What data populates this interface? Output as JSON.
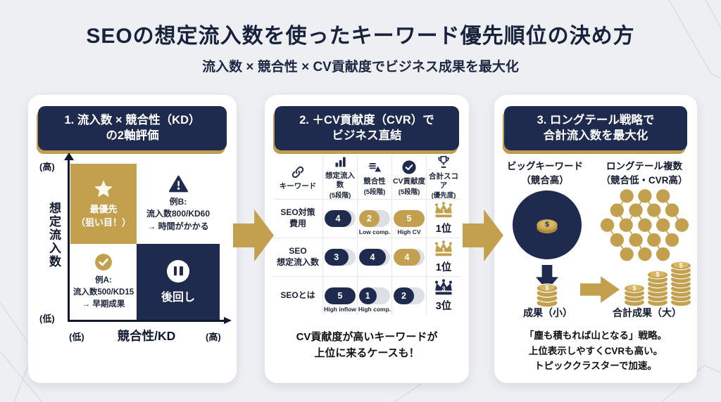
{
  "title": "SEOの想定流入数を使ったキーワード優先順位の決め方",
  "subtitle": "流入数 × 競合性 × CV貢献度でビジネス成果を最大化",
  "colors": {
    "navy": "#1e2b4e",
    "gold": "#c2a04e",
    "background": "#edeff3",
    "pill_gray": "#dcdfe4"
  },
  "icons": {
    "quadrant_best": "star-icon",
    "quadrant_caution": "warning-icon",
    "quadrant_early": "check-icon",
    "quadrant_later": "pause-icon",
    "col_keyword": "link-icon",
    "col_inflow": "bar-chart-icon",
    "col_competition": "competition-icon",
    "col_cv": "check-circle-icon",
    "col_score": "trophy-icon",
    "rank": "crown-icon",
    "money": "coin-icon"
  },
  "panel1": {
    "header_line1": "1. 流入数 × 競合性（KD）",
    "header_line2": "の2軸評価",
    "y_axis": {
      "label": "想定流入数",
      "high": "(高)",
      "low": "(低)"
    },
    "x_axis": {
      "label": "競合性/KD",
      "low": "(低)",
      "high": "(高)"
    },
    "quadrants": {
      "top_left": {
        "line1": "最優先",
        "line2": "（狙い目！）"
      },
      "top_right": {
        "lines": [
          "例B:",
          "流入数800/KD60",
          "→ 時間がかかる"
        ]
      },
      "bottom_left": {
        "lines": [
          "例A:",
          "流入数500/KD15",
          "→ 早期成果"
        ]
      },
      "bottom_right": {
        "label": "後回し"
      }
    }
  },
  "panel2": {
    "header_line1": "2. ＋CV貢献度（CVR）で",
    "header_line2": "ビジネス直結",
    "table": {
      "columns": [
        {
          "icon": "link-icon",
          "label": "キーワード",
          "sub": ""
        },
        {
          "icon": "bar-chart-icon",
          "label": "想定流入数",
          "sub": "(5段階)"
        },
        {
          "icon": "competition-icon",
          "label": "競合性",
          "sub": "(5段階)"
        },
        {
          "icon": "check-circle-icon",
          "label": "CV貢献度",
          "sub": "(5段階)"
        },
        {
          "icon": "trophy-icon",
          "label": "合計スコア",
          "sub": "(優先度)"
        }
      ],
      "rows": [
        {
          "keyword_lines": [
            "SEO対策",
            "費用"
          ],
          "scores": [
            {
              "value": "4",
              "color": "navy",
              "note": ""
            },
            {
              "value": "2",
              "color": "gold",
              "note": "Low comp."
            },
            {
              "value": "5",
              "color": "gold",
              "note": "High CV"
            }
          ],
          "rank": {
            "crown": "gold",
            "num": "1",
            "label": "1位"
          }
        },
        {
          "keyword_lines": [
            "SEO",
            "想定流入数"
          ],
          "scores": [
            {
              "value": "3",
              "color": "navy",
              "note": ""
            },
            {
              "value": "4",
              "color": "navy",
              "note": ""
            },
            {
              "value": "4",
              "color": "gold",
              "note": ""
            }
          ],
          "rank": {
            "crown": "gold",
            "num": "1",
            "label": "1位"
          }
        },
        {
          "keyword_lines": [
            "SEOとは",
            ""
          ],
          "scores": [
            {
              "value": "5",
              "color": "navy",
              "note": "High inflow"
            },
            {
              "value": "1",
              "color": "navy",
              "note": "High comp."
            },
            {
              "value": "2",
              "color": "navy",
              "note": ""
            }
          ],
          "rank": {
            "crown": "navy",
            "num": "3",
            "label": "3位"
          }
        }
      ]
    },
    "footer_line1": "CV貢献度が高いキーワードが",
    "footer_line2": "上位に来るケースも！"
  },
  "panel3": {
    "header_line1": "3. ロングテール戦略で",
    "header_line2": "合計流入数を最大化",
    "left_label_line1": "ビッグキーワード",
    "left_label_line2": "（競合高）",
    "right_label_line1": "ロングテール複数",
    "right_label_line2": "（競合低・CVR高）",
    "small_result_label": "成果（小）",
    "big_result_label": "合計成果（大）",
    "footer_lines": [
      "「塵も積もれば山となる」戦略。",
      "上位表示しやすくCVRも高い。",
      "トピッククラスターで加速。"
    ]
  }
}
